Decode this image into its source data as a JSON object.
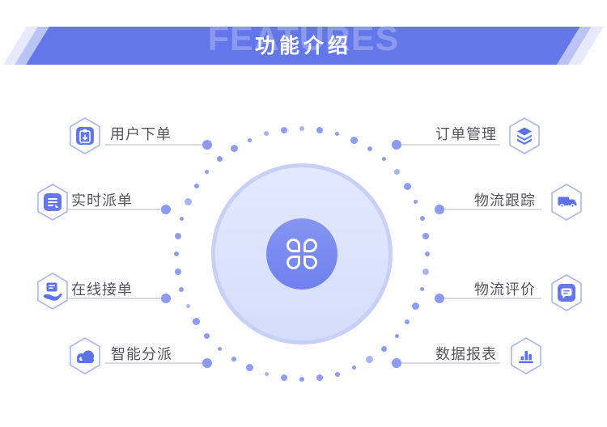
{
  "header": {
    "title": "功能介绍",
    "watermark": "FEATURES"
  },
  "features": {
    "left": [
      {
        "label": "用户下单",
        "icon": "clipboard-down-icon"
      },
      {
        "label": "实时派单",
        "icon": "document-icon"
      },
      {
        "label": "在线接单",
        "icon": "hand-doc-icon"
      },
      {
        "label": "智能分派",
        "icon": "cloud-icon"
      }
    ],
    "right": [
      {
        "label": "订单管理",
        "icon": "layers-icon"
      },
      {
        "label": "物流跟踪",
        "icon": "truck-icon"
      },
      {
        "label": "物流评价",
        "icon": "chat-icon"
      },
      {
        "label": "数据报表",
        "icon": "bar-chart-icon"
      }
    ]
  },
  "center": {
    "icon": "clover-icon"
  },
  "colors": {
    "band": "#6477e9",
    "band_stripe_mid": "#bac4f4",
    "band_stripe_light": "#e7eafb",
    "icon_blue": "#5b72e8",
    "hexagon_stroke": "#a9b7f4",
    "dot": "#8c9af1",
    "ring_dot": "#8e9cf1",
    "inner_circle_fill": "#dce3fc",
    "inner_circle_border": "#c7d1f8",
    "label_text": "#54545e",
    "title_text": "#ffffff"
  }
}
